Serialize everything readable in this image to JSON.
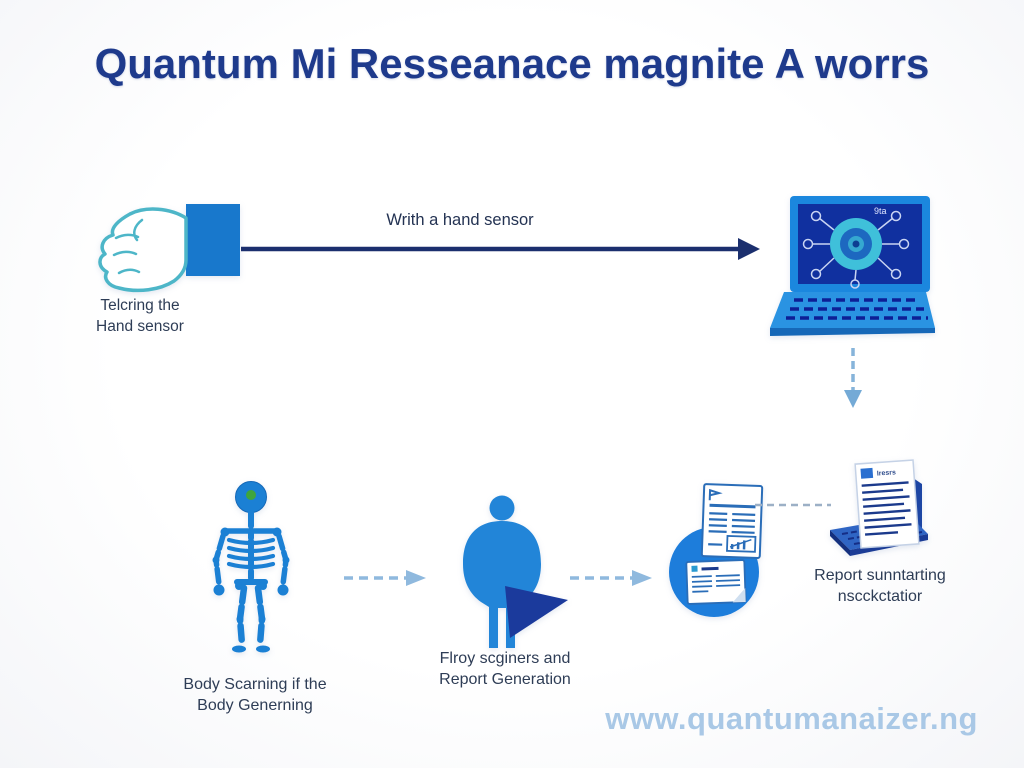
{
  "title": "Quantum Mi Resseanace magnite A worrs",
  "watermark": "www.quantumanaizer.ng",
  "colors": {
    "title_navy": "#1e3a8c",
    "label_dark": "#2e3d56",
    "primary_blue": "#1b7fd2",
    "arrow_navy": "#1b2f6e",
    "hand_outline_teal": "#4db6c8",
    "dashed_light_blue": "#8fb9de",
    "watermark_blue": "#a9c8e6",
    "laptop_screen_navy": "#10309f",
    "hub_cyan": "#3fc0da",
    "triangle_navy": "#1b3a9c",
    "skeleton_blue": "#1b80d4",
    "skeleton_green_dot": "#3fa53c"
  },
  "top_flow": {
    "hand": {
      "icon": "hand-sensor-icon",
      "label_line1": "Telcring the",
      "label_line2": "Hand sensor"
    },
    "arrow_label": "Writh a hand sensor",
    "laptop": {
      "icon": "laptop-scan-icon",
      "screen_text": "9ta"
    }
  },
  "bottom_flow": {
    "steps": [
      {
        "icon": "body-skeleton-icon",
        "label_line1": "Body Scarning if the",
        "label_line2": "Body Generning"
      },
      {
        "icon": "person-report-icon",
        "label_line1": "Flroy scginers and",
        "label_line2": "Report Generation"
      },
      {
        "icon": "documents-circle-icon"
      },
      {
        "icon": "report-laptop-icon",
        "label_line1": "Report sunntarting",
        "label_line2": "nscckctatior",
        "doc_text": "Iresrs"
      }
    ]
  }
}
